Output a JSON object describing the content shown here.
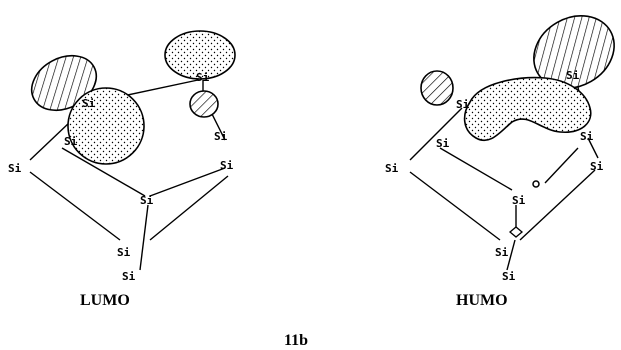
{
  "left_label": "LUMO",
  "right_label": "HUMO",
  "compound_label": "11b",
  "atom_label": "Si",
  "colors": {
    "ink": "#000000",
    "background": "#ffffff"
  },
  "patterns": [
    "hatched-lobe",
    "dotted-lobe"
  ]
}
